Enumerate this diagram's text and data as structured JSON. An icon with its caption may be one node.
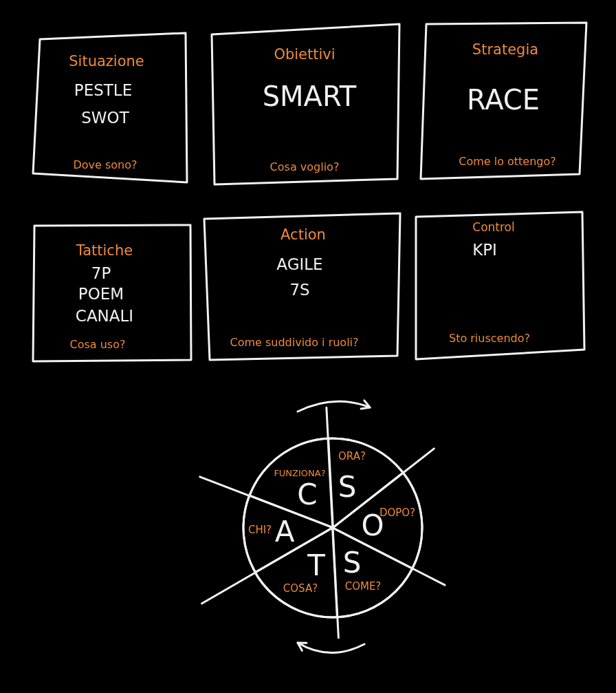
{
  "diagram": {
    "nodes": [
      {
        "text": [
          "Situazione",
          "PESTLE",
          "SWOT",
          "Dove sono?"
        ]
      },
      {
        "text": [
          "Obiettivi",
          "SMART",
          "Cosa voglio?"
        ]
      },
      {
        "text": [
          "Strategia",
          "RACE",
          "Come lo ottengo?"
        ]
      },
      {
        "text": [
          "Tattiche",
          "7P",
          "POEM",
          "CANALI",
          "Cosa uso?"
        ]
      },
      {
        "text": [
          "Action",
          "AGILE",
          "7S",
          "Come suddivido i ruoli?"
        ]
      },
      {
        "text": [
          "Control",
          "KPI",
          "Sto riuscendo?"
        ]
      },
      {
        "text": [],
        "shape": "circle"
      },
      {
        "text": [
          "ORA?",
          "S"
        ],
        "in": 6
      },
      {
        "text": [
          "DOPO?",
          "O"
        ],
        "in": 6
      },
      {
        "text": [
          "S",
          "COME?"
        ],
        "in": 6
      },
      {
        "text": [
          "T",
          "COSA?"
        ],
        "in": 6
      },
      {
        "text": [
          "CHI?",
          "A"
        ],
        "in": 6
      },
      {
        "text": [
          "FUNZIONA?",
          "C"
        ],
        "in": 6
      }
    ]
  }
}
